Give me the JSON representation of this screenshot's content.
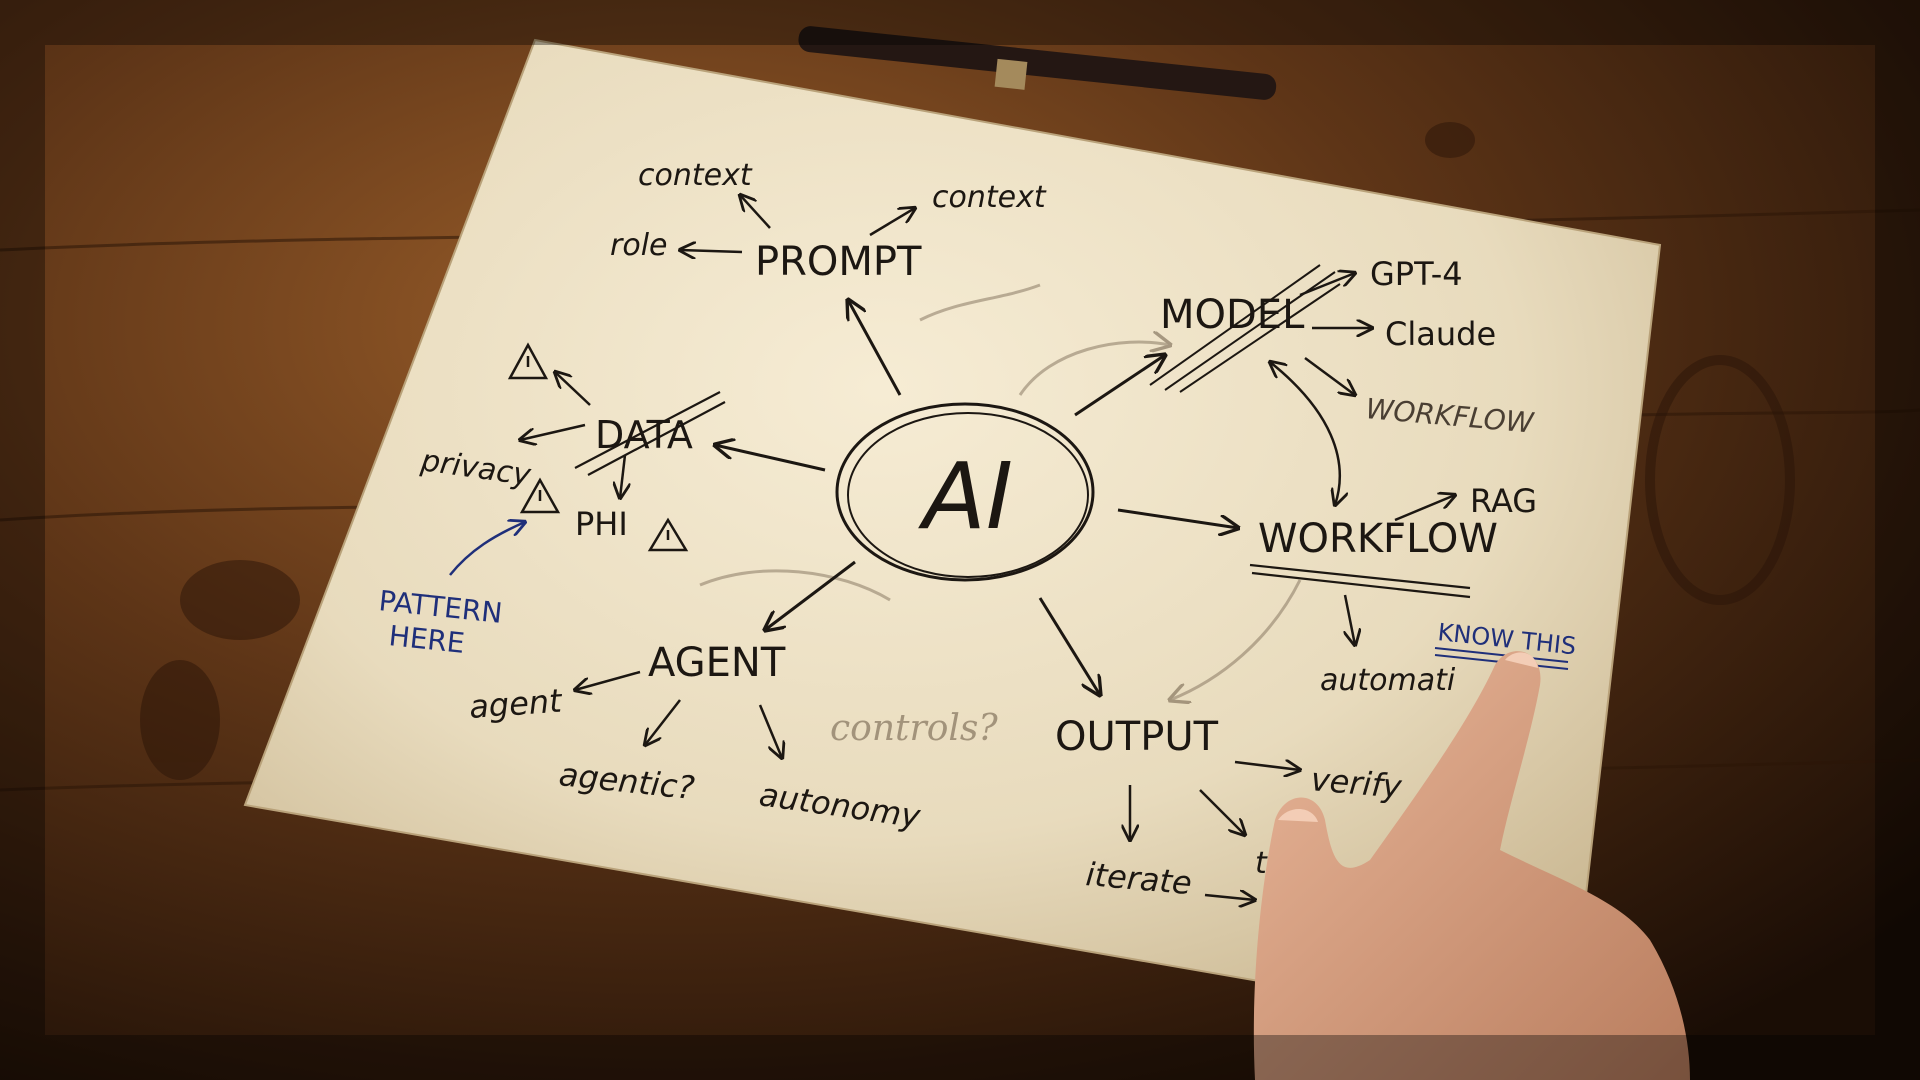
{
  "mindmap": {
    "center": "AI",
    "prompt": {
      "label": "PROMPT",
      "children": [
        "context",
        "context",
        "role"
      ]
    },
    "model": {
      "label": "MODEL",
      "children": [
        "GPT-4",
        "Claude",
        "WORKFLOW"
      ]
    },
    "data": {
      "label": "DATA",
      "children": [
        "privacy",
        "PHI"
      ]
    },
    "workflow": {
      "label": "WORKFLOW",
      "children": [
        "RAG",
        "automati"
      ],
      "note": "KNOW THIS"
    },
    "agent": {
      "label": "AGENT",
      "children": [
        "agent",
        "agentic?",
        "autonomy"
      ]
    },
    "output": {
      "label": "OUTPUT",
      "children": [
        "verify",
        "iterate",
        "te -"
      ]
    },
    "margin_note_line1": "PATTERN",
    "margin_note_line2": "HERE",
    "pencil_note": "controls?"
  },
  "colors": {
    "ink": "#1c1712",
    "blue_ink": "#1f2f7a",
    "paper": "#ece1c6",
    "desk": "#5a3418"
  },
  "icons": [
    "warning-triangle-icon",
    "pen-object",
    "pointing-hand"
  ]
}
